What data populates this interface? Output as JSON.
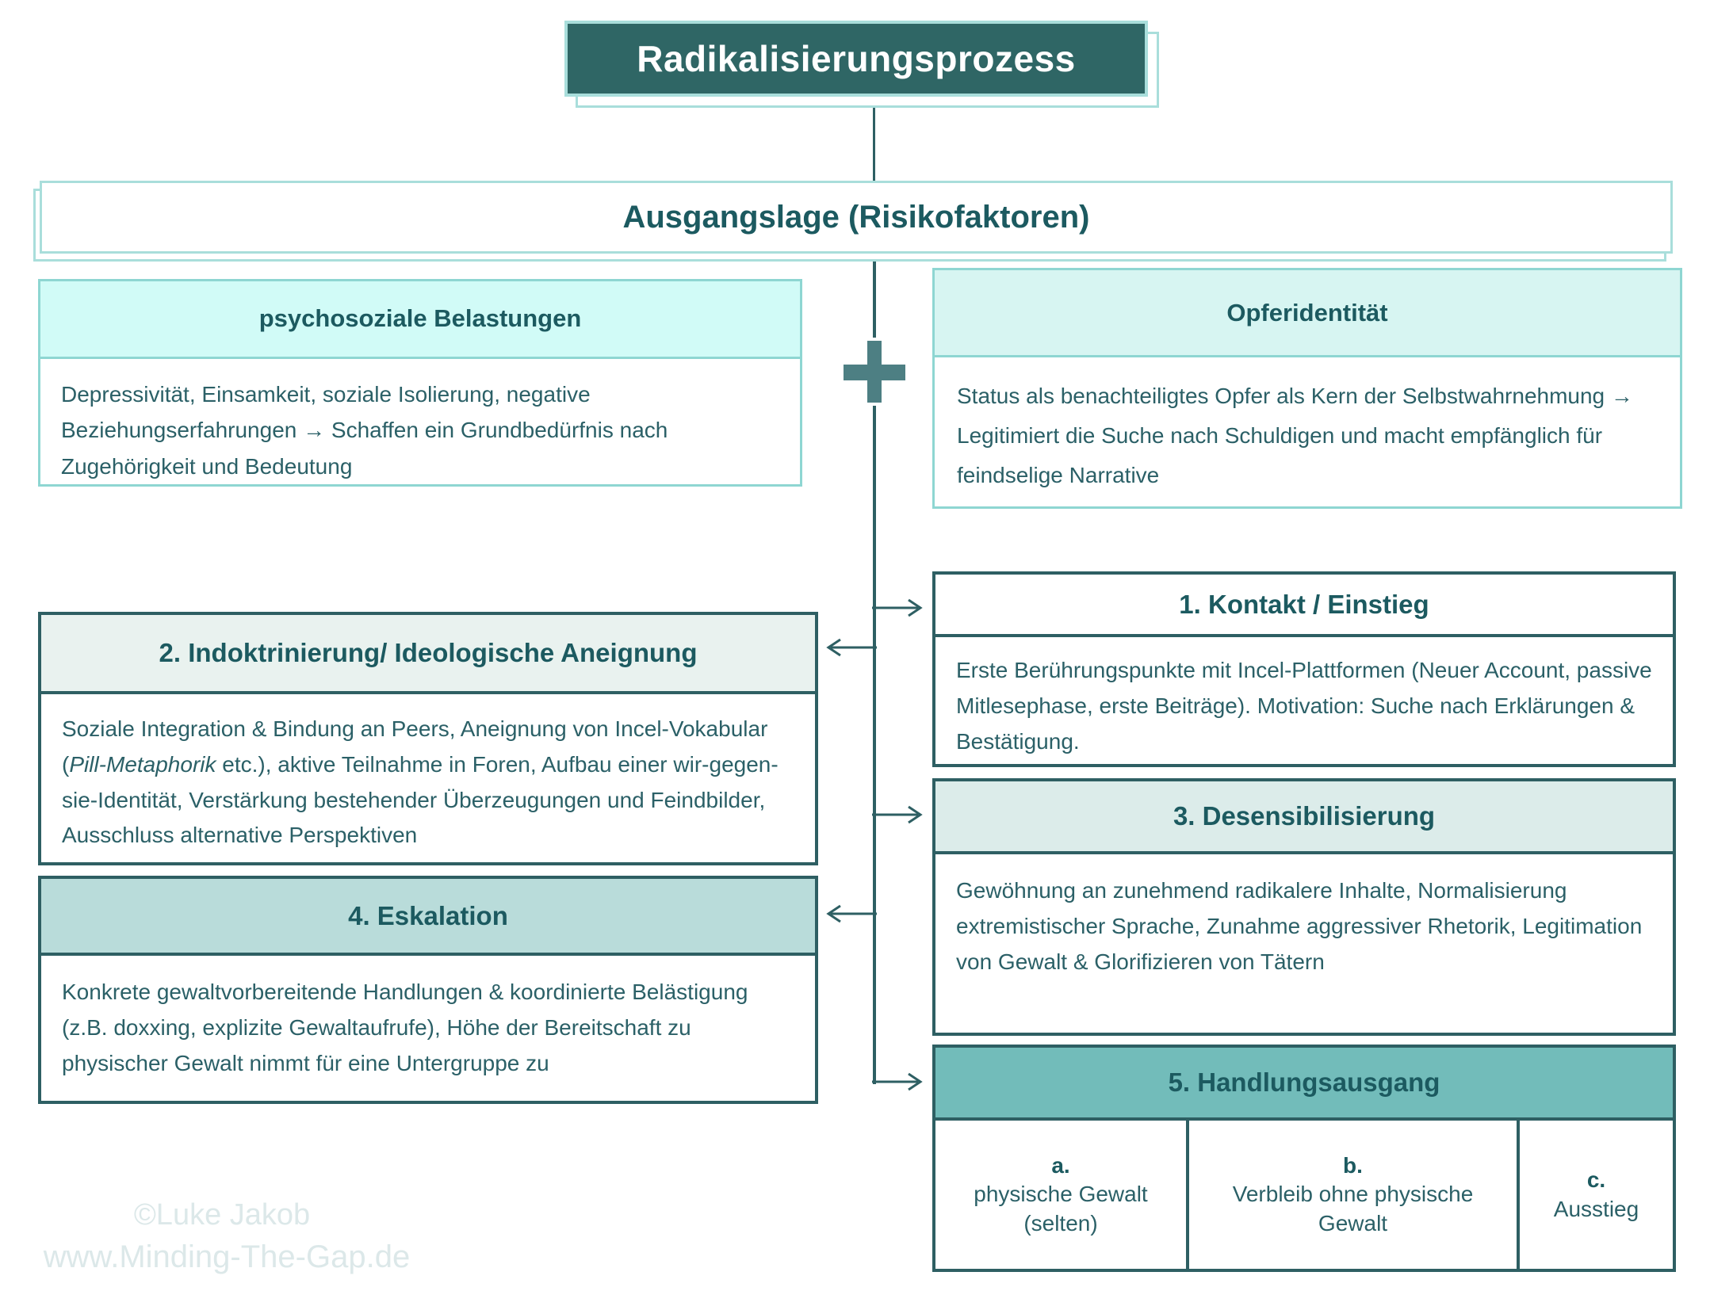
{
  "title": "Radikalisierungsprozess",
  "ausgangslage": {
    "label": "Ausgangslage (Risikofaktoren)"
  },
  "risk_factors": {
    "left": {
      "title": "psychosoziale Belastungen",
      "body": "Depressivität, Einsamkeit, soziale Isolierung, negative Beziehungserfahrungen → Schaffen ein Grundbedürfnis nach Zugehörigkeit und Bedeutung"
    },
    "plus_symbol": "+",
    "right": {
      "title": "Opferidentität",
      "body": "Status als benachteiligtes Opfer als Kern der Selbstwahrnehmung → Legitimiert die Suche nach Schuldigen und macht empfänglich für feindselige Narrative"
    }
  },
  "stages": {
    "stage1": {
      "title": "1. Kontakt / Einstieg",
      "body": "Erste Berührungspunkte mit Incel-Plattformen (Neuer Account, passive Mitlesephase, erste Beiträge). Motivation: Suche nach Erklärungen & Bestätigung."
    },
    "stage2": {
      "title": "2. Indoktrinierung/ Ideologische Aneignung",
      "body_pre": "Soziale Integration & Bindung an Peers, Aneignung von Incel-Vokabular (",
      "body_italic": "Pill-Metaphorik",
      "body_post": " etc.), aktive Teilnahme in Foren, Aufbau einer wir-gegen-sie-Identität, Verstärkung bestehender Überzeugungen und Feindbilder, Ausschluss alternative Perspektiven"
    },
    "stage3": {
      "title": "3. Desensibilisierung",
      "body": "Gewöhnung an zunehmend radikalere Inhalte, Normalisierung extremistischer Sprache, Zunahme aggressiver Rhetorik, Legitimation von Gewalt & Glorifizieren von Tätern"
    },
    "stage4": {
      "title": "4. Eskalation",
      "body": "Konkrete gewaltvorbereitende Handlungen & koordinierte Belästigung (z.B. doxxing, explizite Gewaltaufrufe), Höhe der Bereitschaft zu physischer Gewalt nimmt für eine Untergruppe zu"
    },
    "stage5": {
      "title": "5. Handlungsausgang",
      "outcomes": [
        {
          "label": "a.",
          "text": "physische Gewalt (selten)"
        },
        {
          "label": "b.",
          "text": "Verbleib ohne physische Gewalt"
        },
        {
          "label": "c.",
          "text": "Ausstieg"
        }
      ]
    }
  },
  "watermark": {
    "line1": "©Luke Jakob",
    "line2": "www.Minding-The-Gap.de"
  },
  "colors": {
    "accent_dark": "#2e5f63",
    "title_background": "#2f6665",
    "light_border": "#8ed6d2",
    "pale_border": "#a9dedb",
    "header_cyan": "#d1fbf7",
    "header_cyan_right": "#d7f5f2",
    "header_mint": "#e9f2ef",
    "header_mint_dark": "#dcecea",
    "header_teal": "#b9dcda",
    "header_teal_strong": "#72bcba",
    "plus_sign": "#4d7f83",
    "watermark_text": "#dce8e9"
  }
}
